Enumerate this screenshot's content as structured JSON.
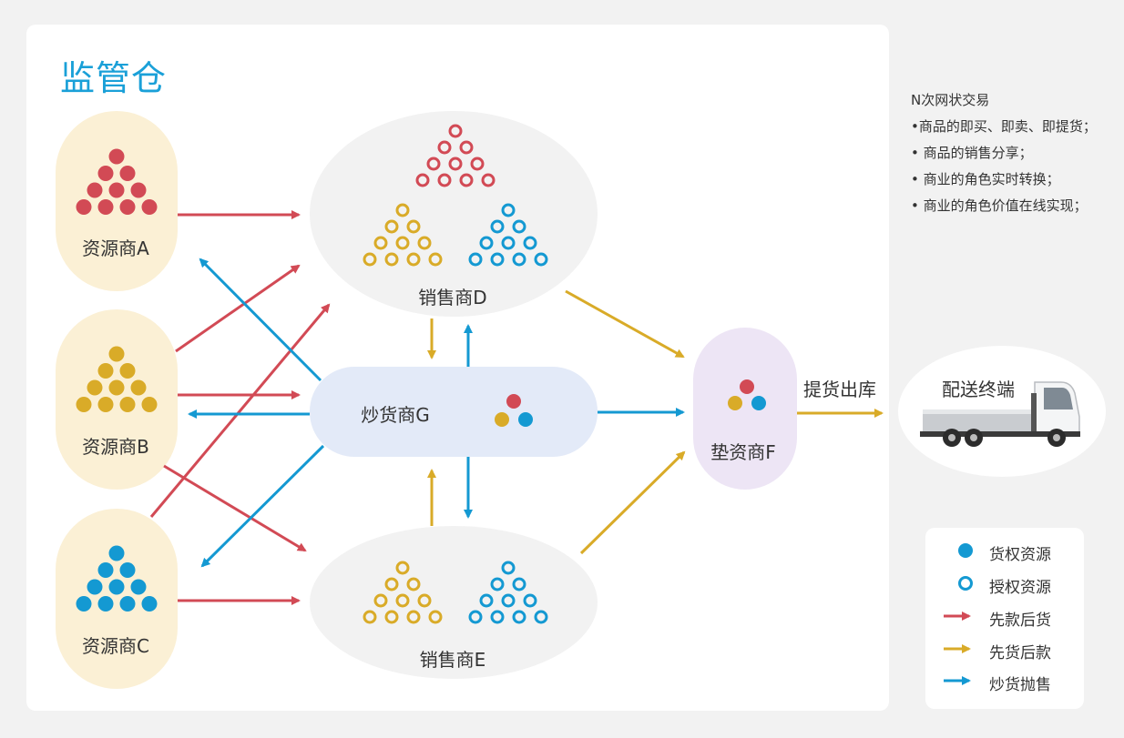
{
  "title": "监管仓",
  "notes": {
    "heading": "N次网状交易",
    "items": [
      "•商品的即买、即卖、即提货；",
      "• 商品的销售分享；",
      "• 商业的角色实时转换；",
      "• 商业的角色价值在线实现；"
    ]
  },
  "nodes": {
    "resource_a": "资源商A",
    "resource_b": "资源商B",
    "resource_c": "资源商C",
    "seller_d": "销售商D",
    "seller_e": "销售商E",
    "trader_g": "炒货商G",
    "financier_f": "垫资商F",
    "delivery": "配送终端"
  },
  "edge_labels": {
    "pickup": "提货出库"
  },
  "legend": [
    {
      "icon": "filled-dot-icon",
      "label": "货权资源"
    },
    {
      "icon": "ring-dot-icon",
      "label": "授权资源"
    },
    {
      "icon": "red-arrow-icon",
      "label": "先款后货"
    },
    {
      "icon": "yellow-arrow-icon",
      "label": "先货后款"
    },
    {
      "icon": "blue-arrow-icon",
      "label": "炒货抛售"
    }
  ],
  "colors": {
    "red": "#d24a55",
    "yellow": "#d9ab28",
    "blue": "#1499d2",
    "title": "#1aa0d8",
    "resource_bg": "#fbf0d5",
    "seller_bg": "#f2f2f2",
    "trader_bg": "#e3eaf8",
    "financier_bg": "#ede5f5"
  }
}
